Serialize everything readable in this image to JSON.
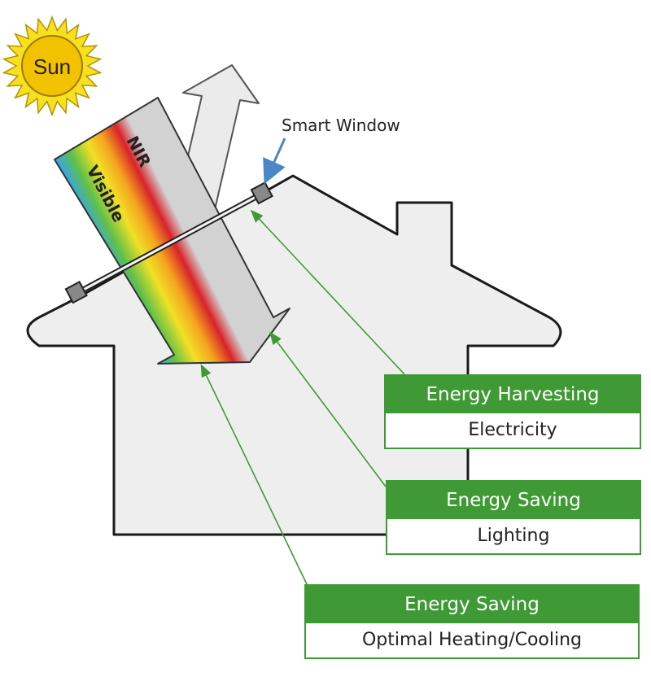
{
  "sun": {
    "label": "Sun"
  },
  "window_label": "Smart Window",
  "spectrum": {
    "nir_label": "NIR",
    "visible_label": "Visible"
  },
  "boxes": [
    {
      "title": "Energy Harvesting",
      "subtitle": "Electricity"
    },
    {
      "title": "Energy Saving",
      "subtitle": "Lighting"
    },
    {
      "title": "Energy Saving",
      "subtitle": "Optimal Heating/Cooling"
    }
  ],
  "colors": {
    "green": "#3f9a35",
    "house_fill": "#eeeeee",
    "sun_fill": "#f2c200",
    "arrow_blue": "#4a86c8"
  }
}
